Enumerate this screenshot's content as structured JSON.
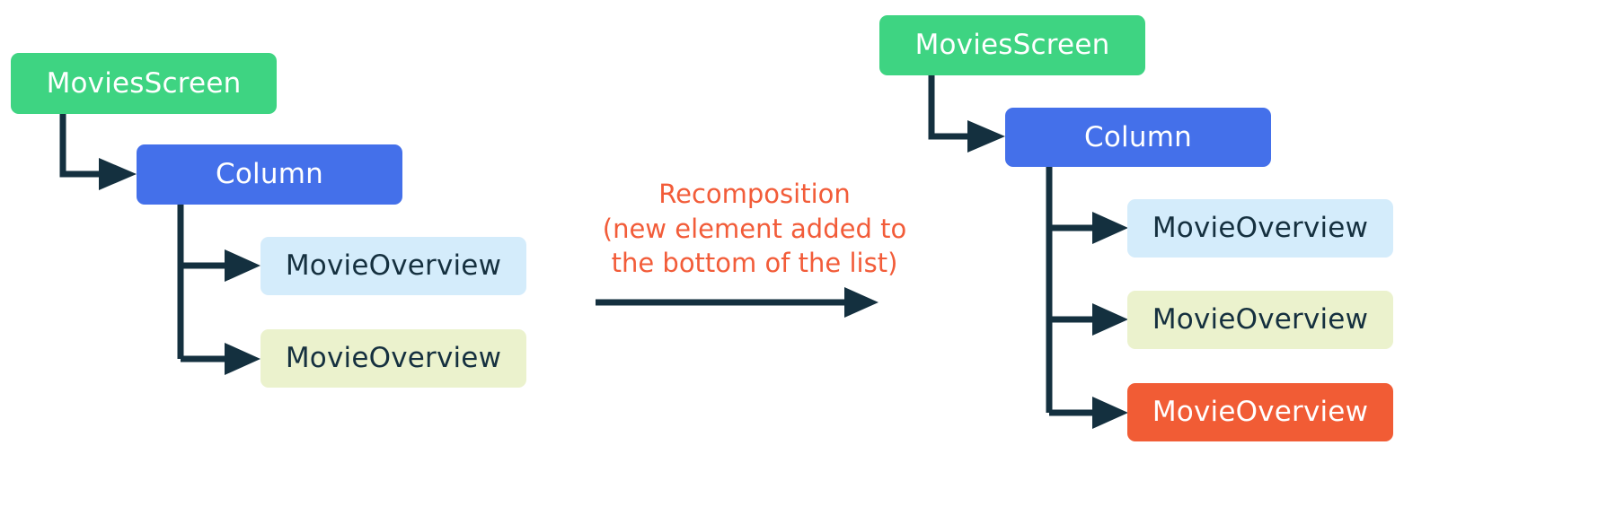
{
  "diagram": {
    "title_text": "Recomposition\n(new element added to\nthe bottom of the list)",
    "colors": {
      "screen": "#3ed482",
      "column": "#4470ea",
      "overview_blue": "#d4ecfb",
      "overview_yellow": "#ebf2cd",
      "overview_orange": "#f15c35",
      "edge": "#14303f",
      "caption": "#f25c39",
      "background": "#ffffff",
      "dark_text": "#15303f",
      "light_text": "#ffffff"
    },
    "left_tree": {
      "label": "before-recomposition-tree",
      "nodes": [
        {
          "id": "left-movies-screen",
          "label": "MoviesScreen",
          "kind": "screen"
        },
        {
          "id": "left-column",
          "label": "Column",
          "kind": "column"
        },
        {
          "id": "left-movie-overview-1",
          "label": "MovieOverview",
          "kind": "overview-blue"
        },
        {
          "id": "left-movie-overview-2",
          "label": "MovieOverview",
          "kind": "overview-yellow"
        }
      ]
    },
    "right_tree": {
      "label": "after-recomposition-tree",
      "nodes": [
        {
          "id": "right-movies-screen",
          "label": "MoviesScreen",
          "kind": "screen"
        },
        {
          "id": "right-column",
          "label": "Column",
          "kind": "column"
        },
        {
          "id": "right-movie-overview-1",
          "label": "MovieOverview",
          "kind": "overview-blue"
        },
        {
          "id": "right-movie-overview-2",
          "label": "MovieOverview",
          "kind": "overview-yellow"
        },
        {
          "id": "right-movie-overview-3",
          "label": "MovieOverview",
          "kind": "overview-orange"
        }
      ]
    },
    "transition": {
      "line1": "Recomposition",
      "line2": "(new element added to",
      "line3": "the bottom of the list)",
      "arrow_name": "transition-arrow"
    }
  }
}
